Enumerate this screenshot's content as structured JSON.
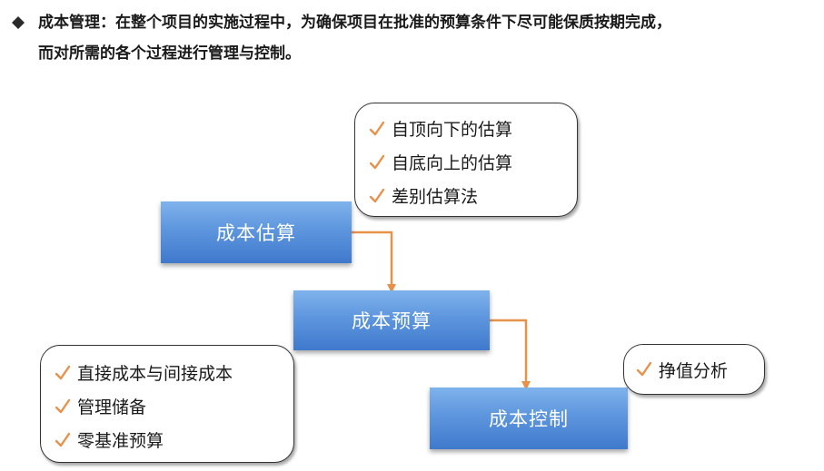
{
  "intro": {
    "line1": "成本管理：在整个项目的实施过程中，为确保项目在批准的预算条件下尽可能保质按期完成，",
    "line2": "而对所需的各个过程进行管理与控制。"
  },
  "processes": {
    "estimate": "成本估算",
    "budget": "成本预算",
    "control": "成本控制"
  },
  "notes": {
    "estimate": [
      "自顶向下的估算",
      "自底向上的估算",
      "差别估算法"
    ],
    "budget": [
      "直接成本与间接成本",
      "管理储备",
      "零基准预算"
    ],
    "control": [
      "挣值分析"
    ]
  },
  "colors": {
    "box_top": "#7fb3ec",
    "box_bottom": "#3f79cc",
    "arrow": "#e8914a",
    "check": "#e8914a",
    "bullet": "#2a2a2a"
  }
}
